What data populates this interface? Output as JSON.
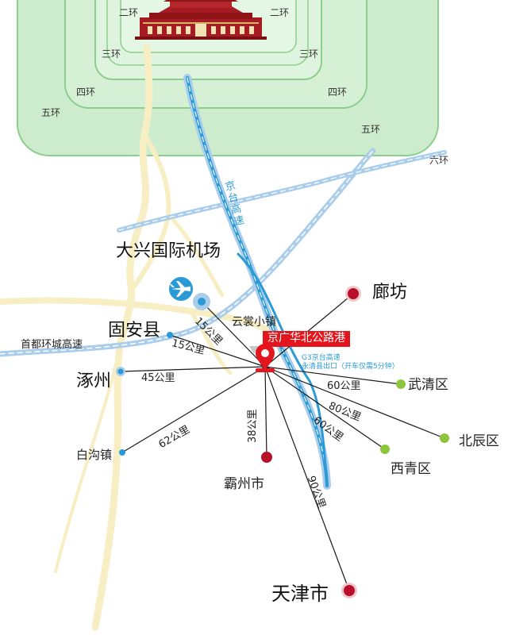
{
  "rings": [
    "二环",
    "三环",
    "四环",
    "五环",
    "六环"
  ],
  "highways": {
    "jingtai": "京台高速",
    "capital_ring": "首都环城高速"
  },
  "places": {
    "airport": "大兴国际机场",
    "langfang": "廊坊",
    "guan": "固安县",
    "zhuozhou": "涿州",
    "baigou": "白沟镇",
    "bazhou": "霸州市",
    "tianjin": "天津市",
    "wuqing": "武清区",
    "beichen": "北辰区",
    "xiqing": "西青区",
    "yunshang": "云裳小镇"
  },
  "hub": {
    "name": "京广华北公路港",
    "exit_line1": "G3京台高速",
    "exit_line2": "永清县出口（开车仅需5分钟）"
  },
  "distances": {
    "airport": "15公里",
    "guan": "15公里",
    "zhuozhou": "45公里",
    "wuqing": "60公里",
    "beichen": "80公里",
    "xiqing": "60公里",
    "baigou": "62公里",
    "bazhou": "38公里",
    "tianjin": "90公里"
  },
  "colors": {
    "ring_fill": "#cdeccd",
    "ring_stroke": "#8ccf8c",
    "road_yellow": "#f7eec3",
    "highway_blue": "#2a9bd6",
    "highway_light": "#a9cdea",
    "hub_red": "#e3161e",
    "city_red": "#b8102a",
    "green_dot": "#8cc63f",
    "blue_dot": "#2a9bd6"
  }
}
